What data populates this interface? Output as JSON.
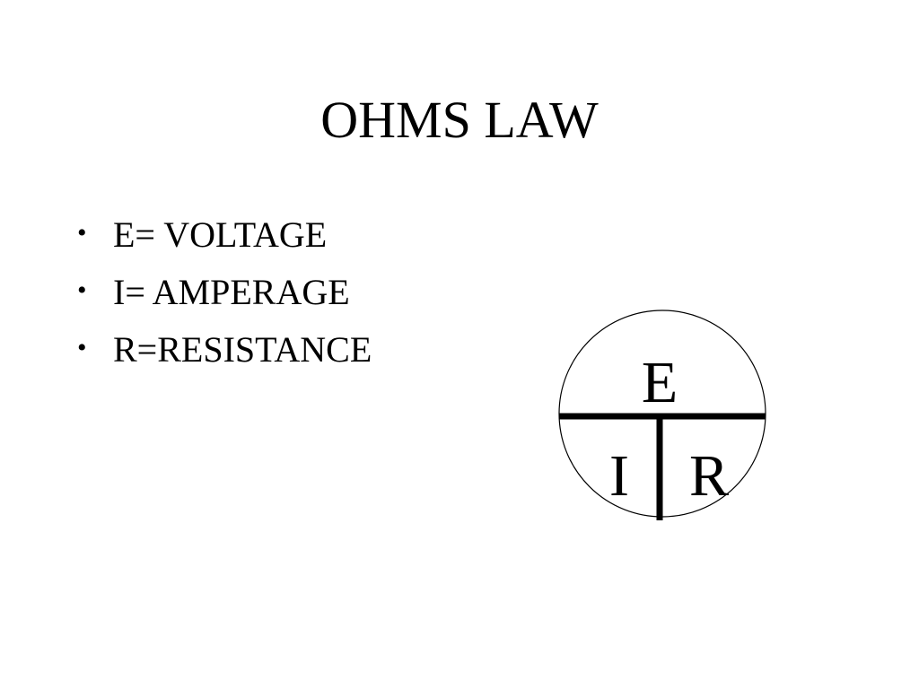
{
  "slide": {
    "title": "OHMS LAW",
    "bullets": [
      {
        "marker": "•",
        "text": "E= VOLTAGE"
      },
      {
        "marker": "•",
        "text": "I= AMPERAGE"
      },
      {
        "marker": "•",
        "text": "R=RESISTANCE"
      }
    ]
  },
  "diagram": {
    "top_label": "E",
    "bottom_left_label": "I",
    "bottom_right_label": "R"
  },
  "colors": {
    "background": "#ffffff",
    "text": "#000000"
  }
}
